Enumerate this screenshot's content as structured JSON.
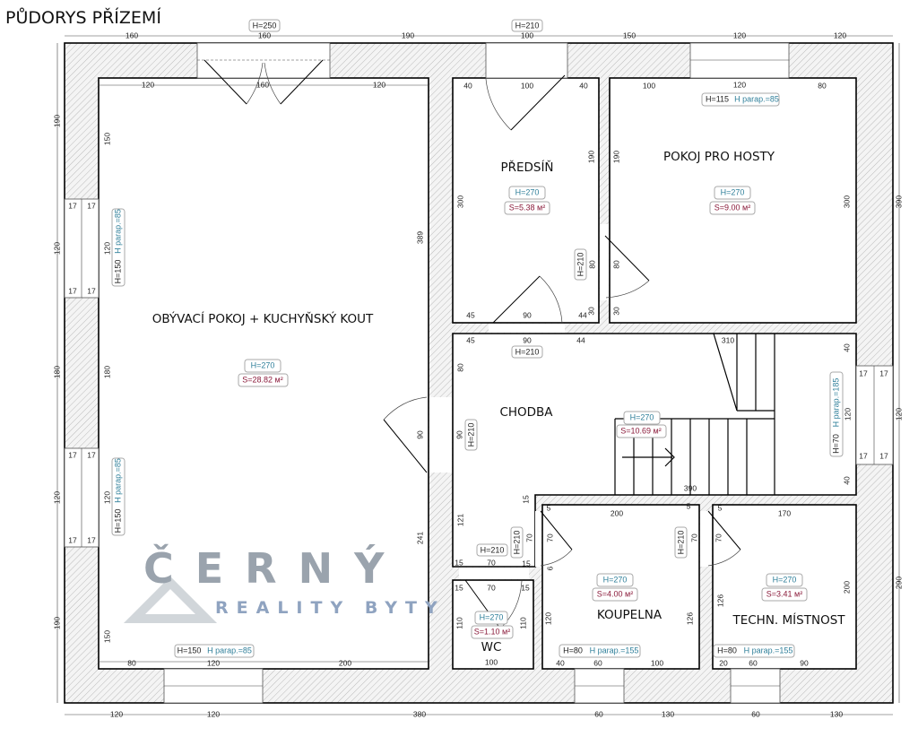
{
  "title": "PŮDORYS PŘÍZEMÍ",
  "rooms": {
    "living": {
      "name": "OBÝVACÍ POKOJ + KUCHYŇSKÝ KOUT",
      "height": "H=270",
      "area": "S=28.82 м²"
    },
    "hall": {
      "name": "PŘEDSÍŇ",
      "height": "H=270",
      "area": "S=5.38 м²"
    },
    "guest": {
      "name": "POKOJ PRO HOSTY",
      "height": "H=270",
      "area": "S=9.00 м²"
    },
    "corridor": {
      "name": "CHODBA",
      "height": "H=270",
      "area": "S=10.69 м²"
    },
    "wc": {
      "name": "WC",
      "height": "H=270",
      "area": "S=1.10 м²"
    },
    "bath": {
      "name": "KOUPELNA",
      "height": "H=270",
      "area": "S=4.00 м²"
    },
    "tech": {
      "name": "TECHN. MÍSTNOST",
      "height": "H=270",
      "area": "S=3.41 м²"
    }
  },
  "openings": {
    "balcony_door": "H=250",
    "entry_door": "H=210",
    "hall_door": "H=210",
    "hall_guest_door": "H=210",
    "living_door": "H=210",
    "wc_door": "H=210",
    "bath_door": "H=210",
    "tech_door": "H=210",
    "guest_window_h": "H=115",
    "guest_window_p": "H parap.=85",
    "living_window_h": "H=150",
    "living_window_p": "H parap.=85",
    "stair_window_h": "H=70",
    "stair_window_p": "H parap.=185",
    "bath_window_h": "H=80",
    "bath_window_p": "H parap.=155",
    "tech_window_h": "H=80",
    "tech_window_p": "H parap.=155"
  },
  "jamb": "17",
  "dims": {
    "top": [
      "160",
      "160",
      "190",
      "100",
      "150",
      "120",
      "120"
    ],
    "living_top": [
      "120",
      "160",
      "120"
    ],
    "hall_top": [
      "40",
      "100",
      "40"
    ],
    "guest_top": [
      "100",
      "120",
      "80"
    ],
    "left_outer": [
      "190",
      "120",
      "180",
      "120",
      "190"
    ],
    "left_inner": [
      "150",
      "120",
      "180",
      "120",
      "150"
    ],
    "living_right": [
      "389",
      "90",
      "241"
    ],
    "hall_side": [
      "300",
      "190",
      "80",
      "30"
    ],
    "guest_side": [
      "190",
      "80",
      "30",
      "300"
    ],
    "right_outer": [
      "390",
      "120",
      "290"
    ],
    "hall_bottom": [
      "45",
      "90",
      "44"
    ],
    "corridor_top": [
      "45",
      "90",
      "44",
      "310"
    ],
    "corridor_left": [
      "80",
      "90",
      "121"
    ],
    "corridor_right": [
      "40",
      "120",
      "40"
    ],
    "stairs": "390",
    "wc": [
      "15",
      "70",
      "15",
      "15",
      "70",
      "15",
      "110",
      "110",
      "100"
    ],
    "bath": [
      "15",
      "5",
      "200",
      "70",
      "70",
      "6",
      "120",
      "126",
      "40",
      "60",
      "100"
    ],
    "tech": [
      "5",
      "5",
      "170",
      "70",
      "70",
      "126",
      "200",
      "20",
      "60",
      "90"
    ],
    "bottom_outer": [
      "120",
      "120",
      "380",
      "60",
      "130",
      "60",
      "130"
    ],
    "living_bottom": [
      "80",
      "120",
      "200"
    ]
  },
  "watermark": {
    "brand": "ČERNÝ",
    "sub": "REALITY BYTY"
  }
}
